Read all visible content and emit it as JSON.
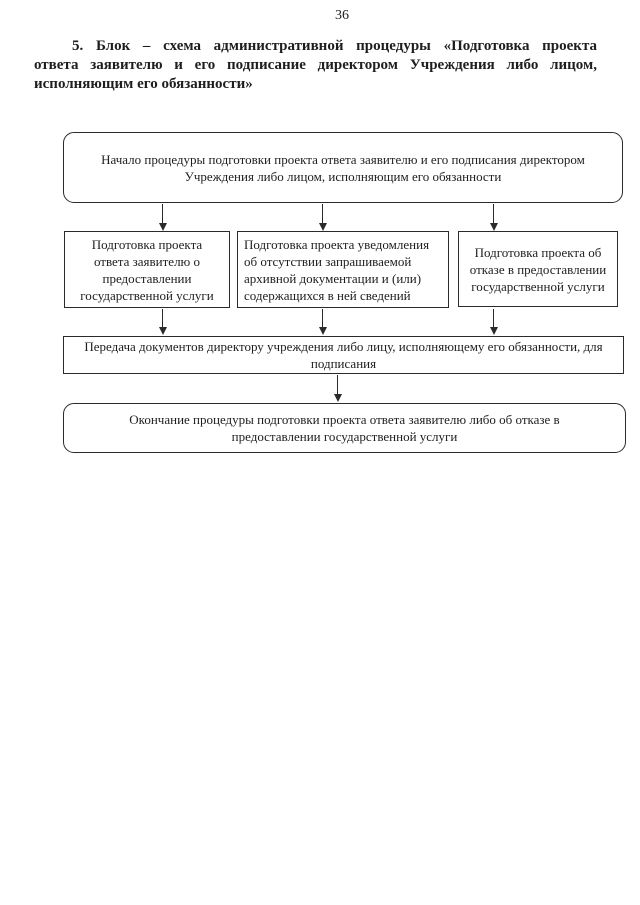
{
  "page": {
    "number": "36"
  },
  "heading": {
    "lines": [
      "5. Блок – схема административной процедуры «Подготовка проекта",
      "ответа заявителю и его подписание директором Учреждения либо лицом,",
      "исполняющим его обязанности»"
    ]
  },
  "flowchart": {
    "start": "Начало процедуры подготовки проекта ответа заявителю и его подписания директором\nУчреждения либо лицом, исполняющим его обязанности",
    "branches": {
      "left": "Подготовка проекта\nответа заявителю о\nпредоставлении\nгосударственной услуги",
      "middle": "Подготовка проекта уведомления\nоб отсутствии запрашиваемой\nархивной документации и (или)\nсодержащихся в ней сведений",
      "right": "Подготовка проекта об\nотказе в предоставлении\nгосударственной услуги"
    },
    "transfer": "Передача документов директору учреждения либо лицу, исполняющему его обязанности, для\nподписания",
    "end": "Окончание процедуры подготовки проекта ответа заявителю либо об отказе в\nпредоставлении государственной услуги"
  }
}
